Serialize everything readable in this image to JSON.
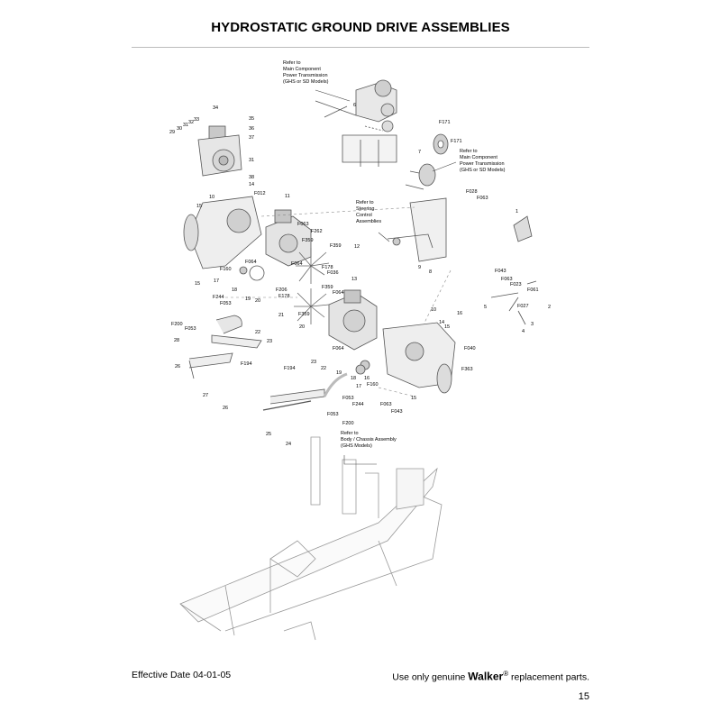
{
  "page": {
    "title": "HYDROSTATIC GROUND DRIVE ASSEMBLIES",
    "footer_left": "Effective Date 04-01-05",
    "footer_right_prefix": "Use only genuine",
    "footer_right_brand": "Walker",
    "footer_right_reg": "®",
    "footer_right_suffix": "replacement parts.",
    "page_number": "15"
  },
  "callouts": {
    "power_transmission_ghs_sd": [
      "Refer to",
      "Main Component",
      "Power Transmission",
      "(GHS or SD Models)"
    ],
    "power_transmission_ghs_sd_2": [
      "Refer to",
      "Main Component",
      "Power Transmission",
      "(GHS or SD Models)"
    ],
    "steering_control": [
      "Refer to",
      "Steering",
      "Control",
      "Assemblies"
    ],
    "body_chassis": [
      "Refer to",
      "Body / Chassis Assembly",
      "(GHS Models)"
    ]
  },
  "part_labels": [
    "34",
    "35",
    "36",
    "37",
    "31",
    "38",
    "14",
    "29",
    "30",
    "31",
    "32",
    "33",
    "6",
    "F171",
    "F171",
    "7",
    "F028",
    "F063",
    "10",
    "F012",
    "11",
    "15",
    "F063",
    "F262",
    "F359",
    "F359",
    "12",
    "F178",
    "F036",
    "F064",
    "F064",
    "F160",
    "17",
    "18",
    "19",
    "20",
    "15",
    "9",
    "8",
    "1",
    "F043",
    "F063",
    "F023",
    "F061",
    "5",
    "F027",
    "2",
    "4",
    "3",
    "F206",
    "F178",
    "21",
    "F359",
    "F064",
    "13",
    "F244",
    "F053",
    "F359",
    "20",
    "F064",
    "10",
    "16",
    "14",
    "15",
    "F040",
    "F363",
    "F200",
    "F053",
    "28",
    "22",
    "23",
    "26",
    "F194",
    "27",
    "F194",
    "23",
    "22",
    "19",
    "18",
    "17",
    "F160",
    "16",
    "F053",
    "F244",
    "F063",
    "F043",
    "15",
    "26",
    "F053",
    "F200",
    "25",
    "24"
  ]
}
